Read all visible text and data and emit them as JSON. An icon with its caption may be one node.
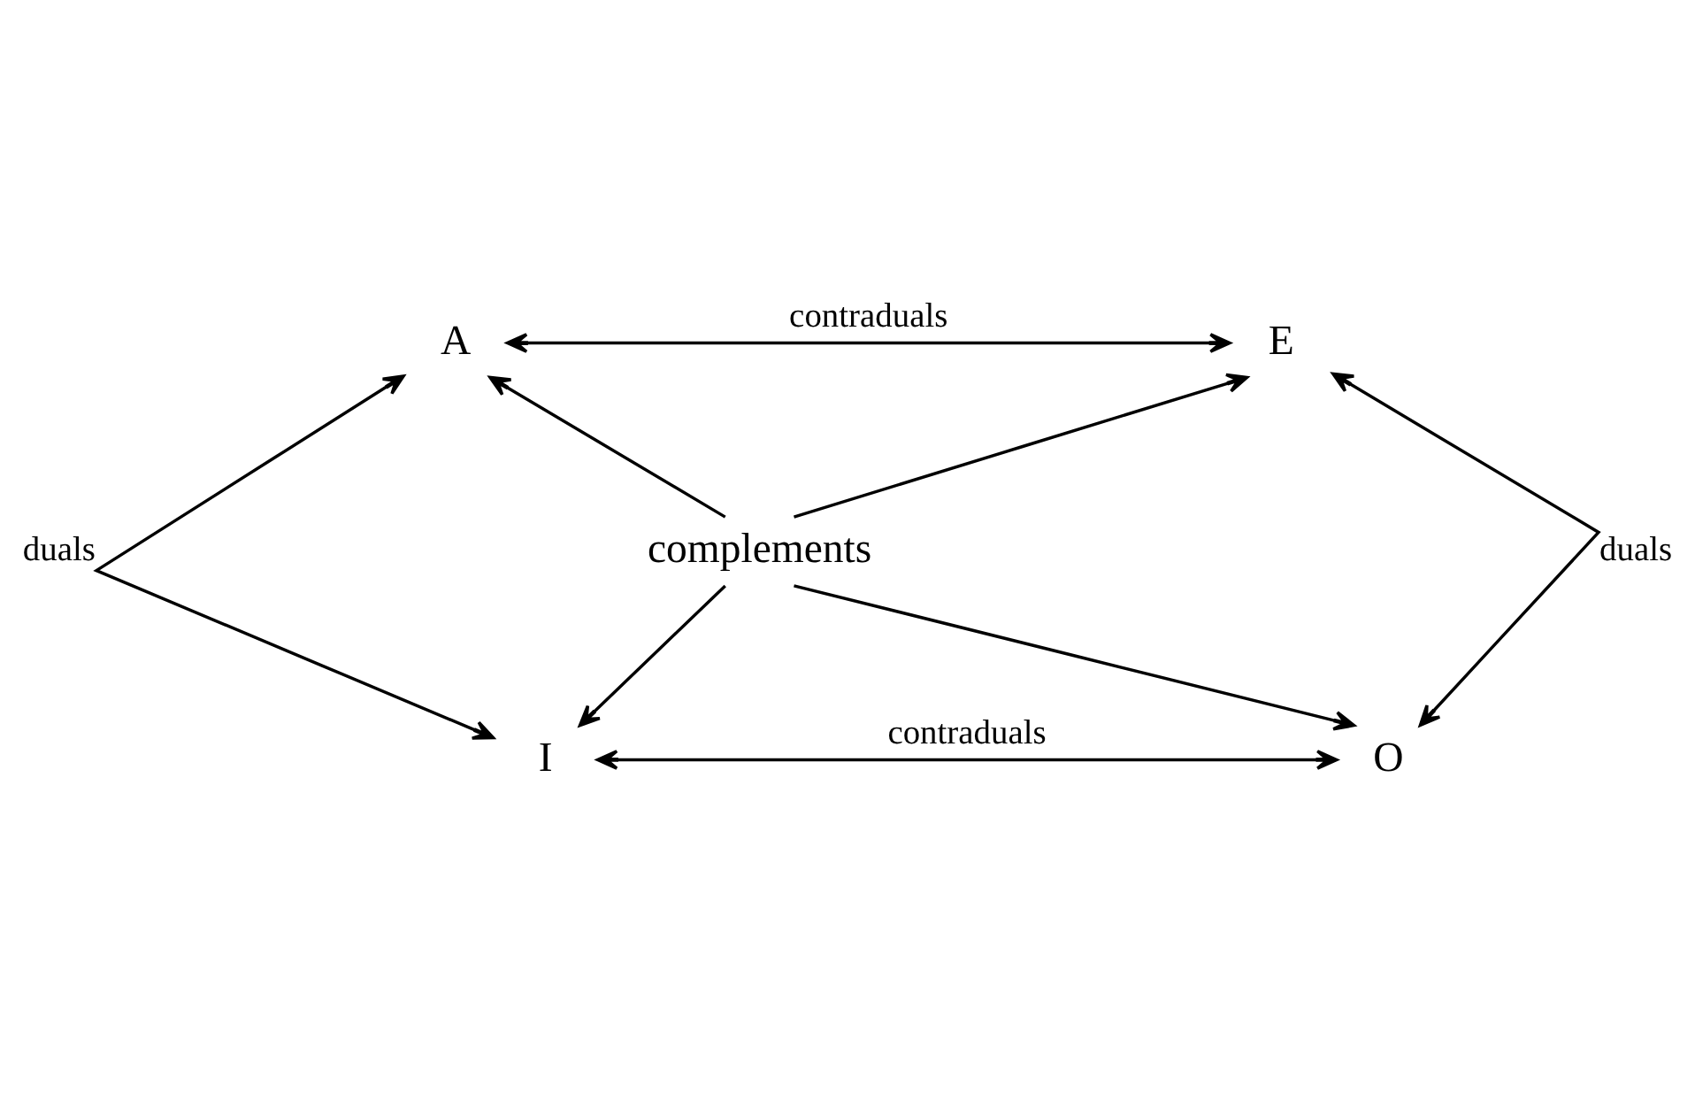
{
  "diagram": {
    "nodes": [
      {
        "text": [
          "A"
        ]
      },
      {
        "text": [
          "E"
        ]
      },
      {
        "text": [
          "complements"
        ]
      },
      {
        "text": [
          "I"
        ]
      },
      {
        "text": [
          "O"
        ]
      }
    ],
    "edges": [
      {
        "from": 0,
        "to": 1,
        "arrow": "both",
        "label": "contraduals"
      },
      {
        "from": 0,
        "to": 3,
        "arrow": "both",
        "label": "duals"
      },
      {
        "from": 1,
        "to": 4,
        "arrow": "both",
        "label": "duals"
      },
      {
        "from": 2,
        "to": 0,
        "arrow": "to"
      },
      {
        "from": 2,
        "to": 1,
        "arrow": "to"
      },
      {
        "from": 2,
        "to": 3,
        "arrow": "to"
      },
      {
        "from": 2,
        "to": 4,
        "arrow": "to"
      },
      {
        "from": 3,
        "to": 4,
        "arrow": "both",
        "label": "contraduals"
      }
    ]
  }
}
